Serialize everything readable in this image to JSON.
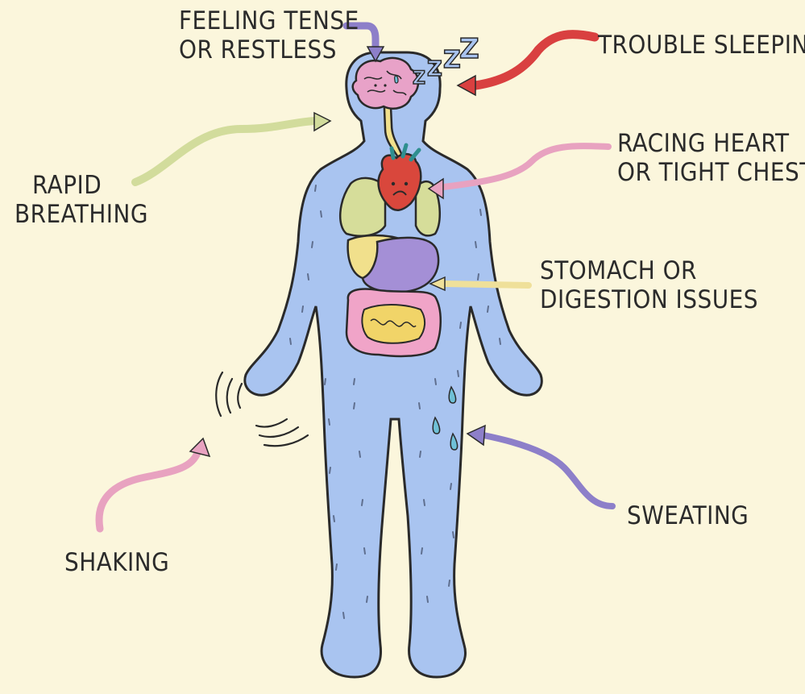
{
  "labels": {
    "feeling_tense": [
      "FEELING TENSE",
      "OR RESTLESS"
    ],
    "trouble_sleeping": "TROUBLE SLEEPING",
    "rapid_breathing": [
      "RAPID",
      "BREATHING"
    ],
    "racing_heart": [
      "RACING HEART",
      "OR TIGHT CHEST"
    ],
    "stomach": [
      "STOMACH OR",
      "DIGESTION ISSUES"
    ],
    "sweating": "SWEATING",
    "shaking": "SHAKING",
    "sleep_z": [
      "Z",
      "Z",
      "Z",
      "Z"
    ]
  },
  "colors": {
    "background": "#fbf6dc",
    "body": "#a9c4f0",
    "outline": "#2a2a2a",
    "brain": "#e8a2c8",
    "heart": "#d9473c",
    "lungs": "#d6dd9a",
    "liver": "#f1e08c",
    "stomach": "#a48fd6",
    "intestine": "#f0a4c8",
    "sweat": "#6fc0d6",
    "arrow_purple": "#8d7fc9",
    "arrow_red": "#d94040",
    "arrow_green": "#d2dc9c",
    "arrow_pink": "#e8a2c0",
    "arrow_yellow": "#efe09a"
  },
  "icons": [
    "brain-icon",
    "heart-icon",
    "lungs-icon",
    "liver-icon",
    "stomach-icon",
    "intestines-icon",
    "sweat-drop-icon",
    "shaking-motion-icon"
  ]
}
